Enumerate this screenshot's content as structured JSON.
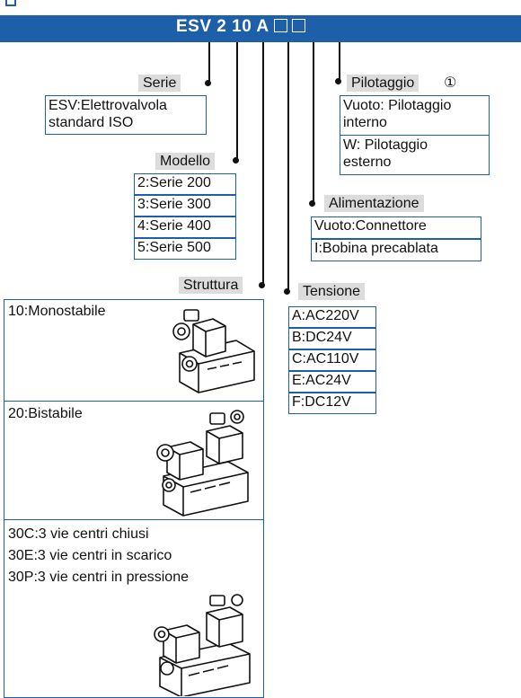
{
  "code": {
    "text": "ESV 2 10 A",
    "boxes": [
      "box-1",
      "box-2"
    ]
  },
  "fields": {
    "serie": {
      "label": "Serie",
      "lines": [
        "ESV:Elettrovalvola",
        "standard ISO"
      ]
    },
    "modello": {
      "label": "Modello",
      "options": [
        "2:Serie 200",
        "3:Serie 300",
        "4:Serie 400",
        "5:Serie 500"
      ]
    },
    "struttura": {
      "label": "Struttura",
      "options": [
        {
          "lines": [
            "10:Monostabile"
          ]
        },
        {
          "lines": [
            "20:Bistabile"
          ]
        },
        {
          "lines": [
            "30C:3 vie centri chiusi",
            "30E:3 vie centri in scarico",
            "30P:3 vie centri in pressione"
          ]
        }
      ]
    },
    "tensione": {
      "label": "Tensione",
      "options": [
        "A:AC220V",
        "B:DC24V",
        "C:AC110V",
        "E:AC24V",
        "F:DC12V"
      ]
    },
    "alimentazione": {
      "label": "Alimentazione",
      "options": [
        "Vuoto:Connettore",
        "I:Bobina precablata"
      ]
    },
    "pilotaggio": {
      "label": "Pilotaggio",
      "note": "①",
      "options": [
        {
          "lines": [
            "Vuoto: Pilotaggio",
            "interno"
          ]
        },
        {
          "lines": [
            "W: Pilotaggio",
            "esterno"
          ]
        }
      ]
    }
  },
  "colors": {
    "accent": "#1d5fa8",
    "label_bg": "#dcdcdc"
  }
}
